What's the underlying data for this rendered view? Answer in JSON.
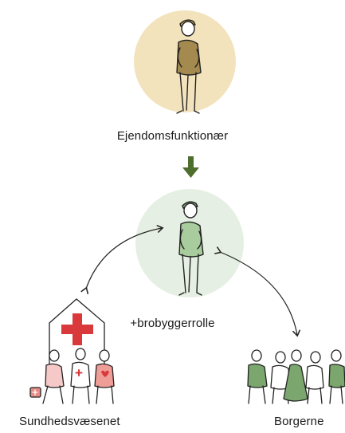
{
  "nodes": {
    "top": {
      "label": "Ejendomsfunktionær",
      "color": "#f3e3bd"
    },
    "middle": {
      "label": "+brobyggerrolle",
      "color": "#e6efe3"
    },
    "left": {
      "label": "Sundhedsvæsenet"
    },
    "right": {
      "label": "Borgerne"
    }
  },
  "colors": {
    "arrow": "#4e6e2e",
    "line": "#222222",
    "cross": "#d9393b",
    "olive": "#a58a4f",
    "sage": "#a8cc9e",
    "green": "#7ba66e",
    "pink": "#f4c9c7",
    "red": "#d9393b"
  }
}
